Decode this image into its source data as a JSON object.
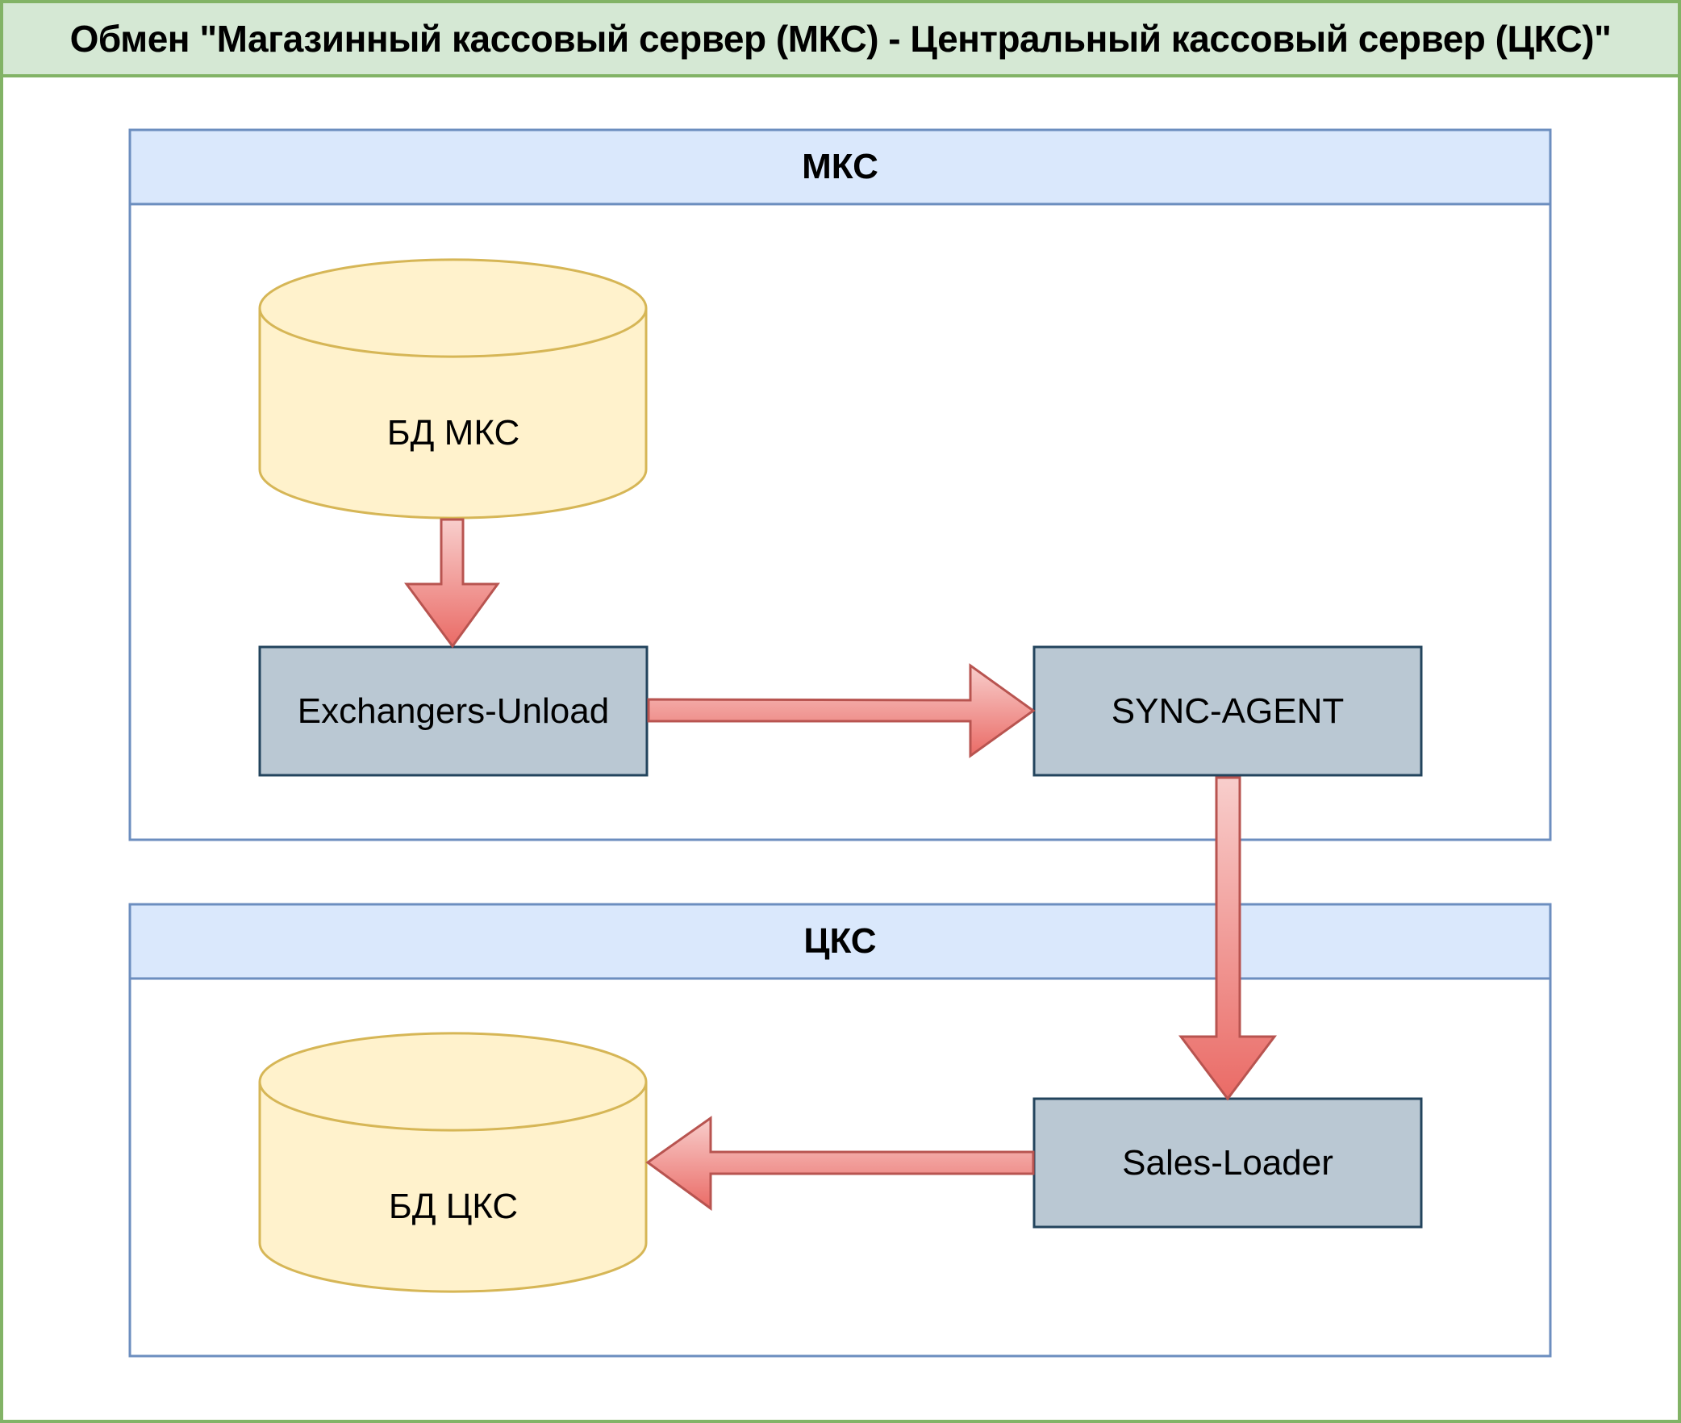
{
  "title": "Обмен \"Магазинный кассовый сервер (МКС) - Центральный кассовый сервер (ЦКС)\"",
  "colors": {
    "frame_border": "#82b366",
    "title_fill": "#d5e8d4",
    "container_border": "#6c8ebf",
    "container_header_fill": "#dae8fc",
    "db_fill": "#fff2cc",
    "db_border": "#d6b656",
    "process_fill": "#bac8d3",
    "process_border": "#23445d",
    "arrow_fill_start": "#f8cecc",
    "arrow_fill_end": "#ea6b66",
    "arrow_border": "#b85450"
  },
  "containers": [
    {
      "id": "mks",
      "title": "МКС"
    },
    {
      "id": "cks",
      "title": "ЦКС"
    }
  ],
  "nodes": {
    "db_mks": {
      "label": "БД МКС",
      "type": "database"
    },
    "exchangers_unload": {
      "label": "Exchangers-Unload",
      "type": "process"
    },
    "sync_agent": {
      "label": "SYNC-AGENT",
      "type": "process"
    },
    "sales_loader": {
      "label": "Sales-Loader",
      "type": "process"
    },
    "db_cks": {
      "label": "БД ЦКС",
      "type": "database"
    }
  },
  "edges": [
    {
      "from": "БД МКС",
      "to": "Exchangers-Unload"
    },
    {
      "from": "Exchangers-Unload",
      "to": "SYNC-AGENT"
    },
    {
      "from": "SYNC-AGENT",
      "to": "Sales-Loader"
    },
    {
      "from": "Sales-Loader",
      "to": "БД ЦКС"
    }
  ]
}
